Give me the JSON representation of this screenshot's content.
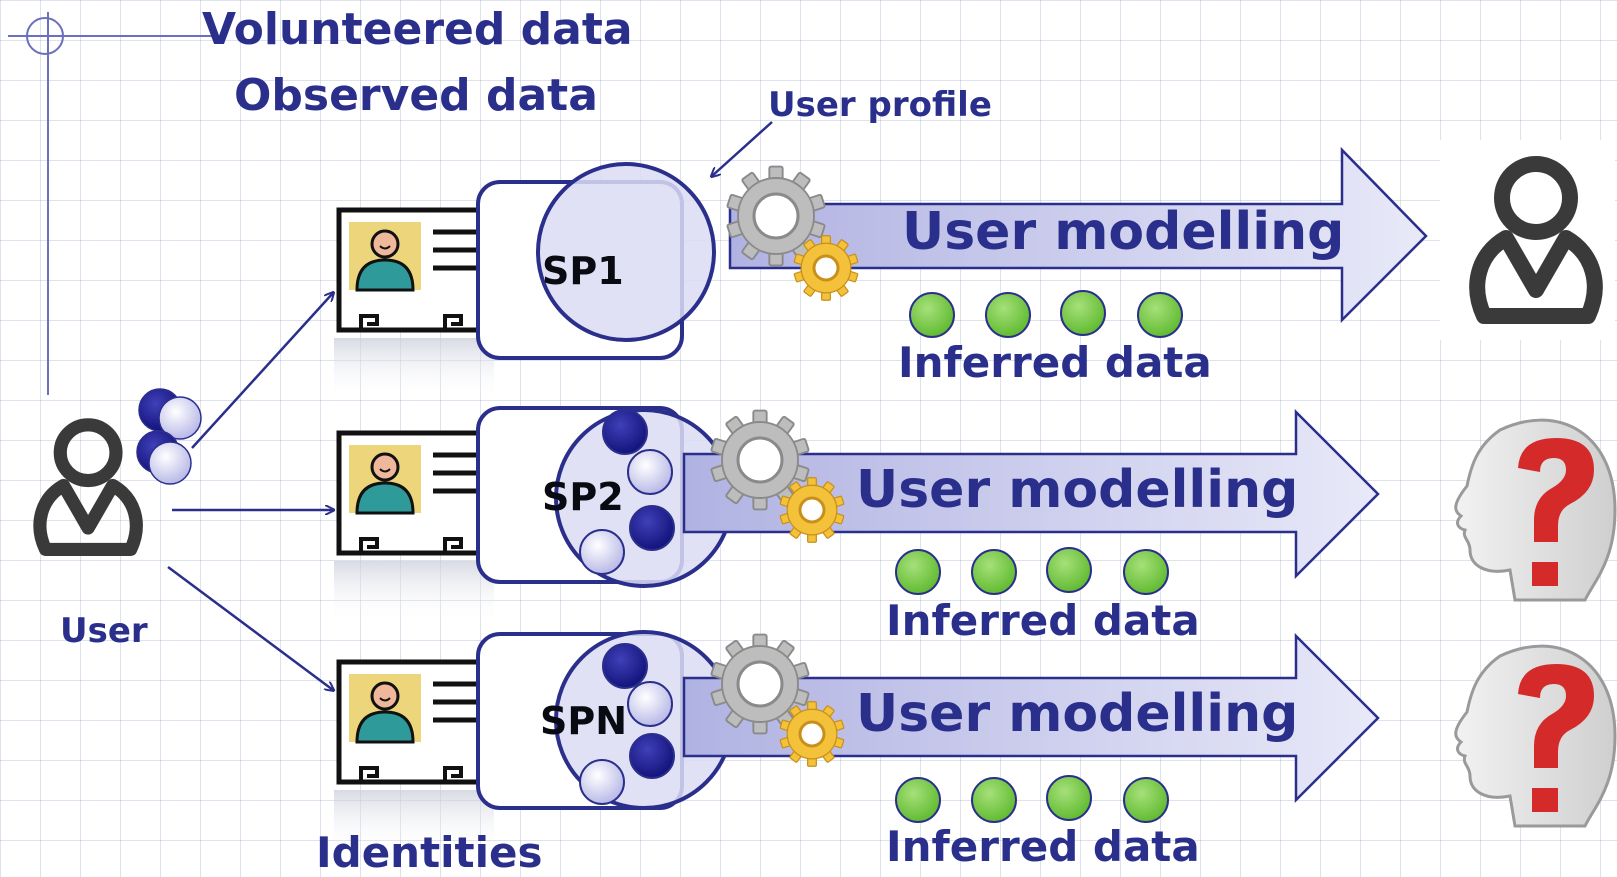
{
  "header": {
    "volunteered": "Volunteered data",
    "observed": "Observed data",
    "user_profile": "User profile"
  },
  "user": {
    "label": "User"
  },
  "identities": {
    "label": "Identities"
  },
  "rows": [
    {
      "provider": "SP1",
      "arrow_label": "User modelling",
      "inferred_label": "Inferred data",
      "outcome": "person-icon"
    },
    {
      "provider": "SP2",
      "arrow_label": "User modelling",
      "inferred_label": "Inferred data",
      "outcome": "question-head-icon"
    },
    {
      "provider": "SPN",
      "arrow_label": "User modelling",
      "inferred_label": "Inferred data",
      "outcome": "question-head-icon"
    }
  ],
  "colors": {
    "text_primary": "#2b2f8c",
    "profile_fill": "#dcdcf5",
    "observed_dot": "#1a1a8c",
    "volunteered_dot": "#c8c8ee",
    "inferred_dot": "#77cc44",
    "question_mark": "#d42a2a",
    "gear_grey": "#b0b0b0",
    "gear_gold": "#f3c13a"
  }
}
